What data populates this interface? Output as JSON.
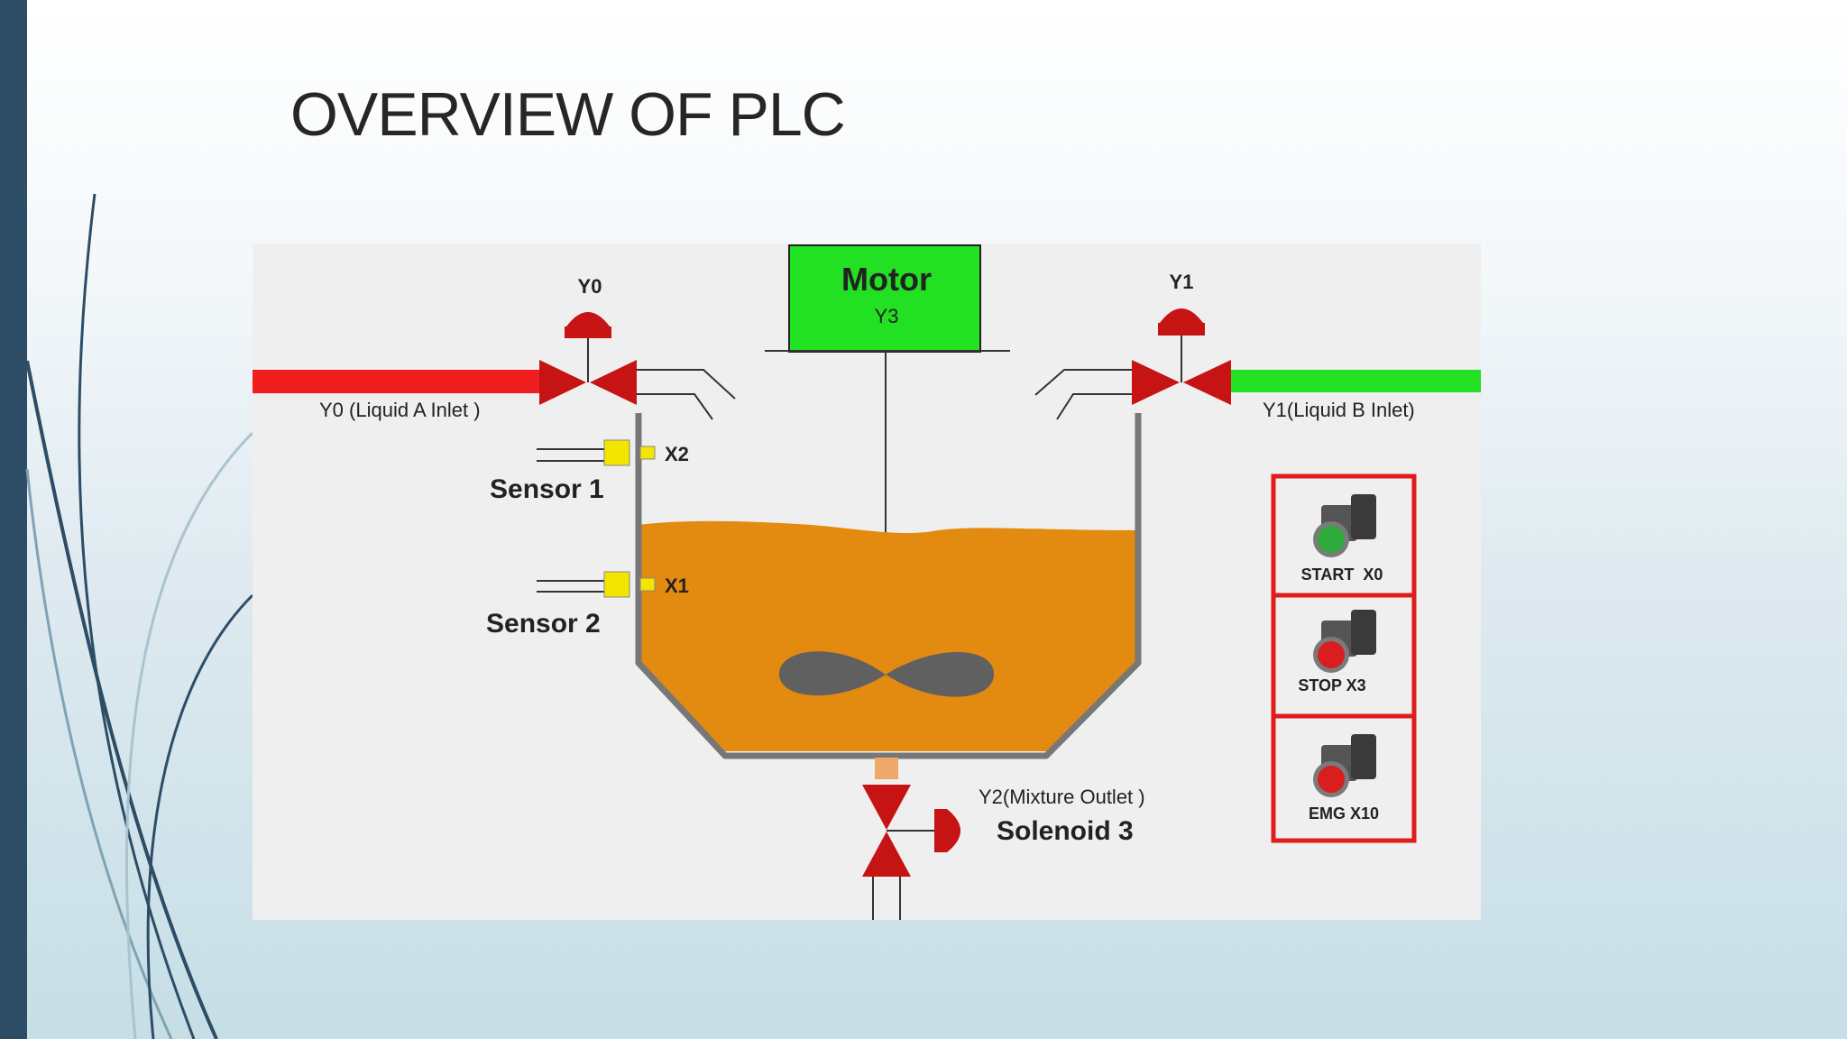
{
  "slide": {
    "title": "OVERVIEW OF PLC"
  },
  "diagram": {
    "motor": {
      "label": "Motor",
      "tag": "Y3"
    },
    "valve_y0": {
      "tag": "Y0",
      "caption": "Y0 (Liquid A Inlet )"
    },
    "valve_y1": {
      "tag": "Y1",
      "caption": "Y1(Liquid B Inlet)"
    },
    "sensor1": {
      "tag": "X2",
      "name": "Sensor 1"
    },
    "sensor2": {
      "tag": "X1",
      "name": "Sensor 2"
    },
    "outlet": {
      "caption": "Y2(Mixture Outlet )",
      "name": "Solenoid 3"
    },
    "buttons": [
      {
        "label": "START  X0",
        "color": "#2eaa3a"
      },
      {
        "label": "STOP X3",
        "color": "#d81e1e"
      },
      {
        "label": "EMG X10",
        "color": "#d81e1e"
      }
    ],
    "colors": {
      "liquid_a_pipe": "#f01e1e",
      "liquid_b_pipe": "#22e022",
      "motor_box": "#22e022",
      "tank_fill": "#e38a10",
      "valve": "#c61414",
      "sensor": "#f2e600",
      "button_panel_border": "#e01c1c"
    }
  }
}
